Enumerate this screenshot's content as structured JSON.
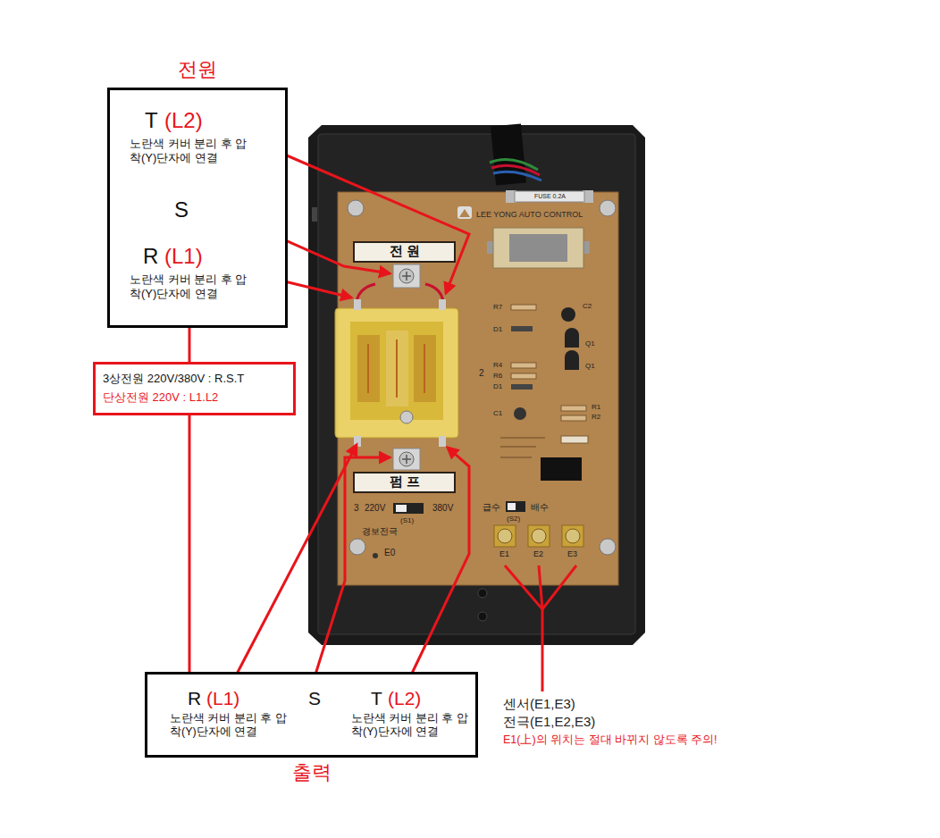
{
  "diagram": {
    "nodes": [
      {
        "text": [
          "전원",
          "T",
          "(L2)",
          "노란색 커버 분리 후 압착(Y)단자에 연결",
          "S",
          "R",
          "(L1)",
          "노란색 커버 분리 후 압착(Y)단자에 연결"
        ]
      },
      {
        "text": [
          "3상전원 220V/380V : R.S.T",
          "단상전원 220V : L1.L2"
        ]
      },
      {
        "text": [
          "LEE YONG AUTO CONTROL"
        ]
      },
      {
        "text": [
          "전 원"
        ],
        "in": 2
      },
      {
        "text": [
          "펌 프"
        ],
        "in": 2
      },
      {
        "text": [
          "R",
          "(L1)",
          "노란색 커버 분리 후 압착(Y)단자에 연결",
          "S",
          "T",
          "(L2)",
          "노란색 커버 분리 후 압착(Y)단자에 연결",
          "출력"
        ]
      }
    ],
    "edges": [
      {
        "from": 0,
        "to": 1,
        "arrow": "none"
      },
      {
        "from": 1,
        "to": 5,
        "arrow": "none"
      }
    ],
    "labels": [
      "FUSE 0.2A",
      "R7",
      "C2",
      "D1",
      "Q1",
      "Q1",
      "R4",
      "R6",
      "D1",
      "2",
      "C1",
      "R1",
      "R2",
      "3",
      "220V",
      "380V",
      "(S1)",
      "경보전극",
      "E0",
      "급수",
      "배수",
      "(S2)",
      "E1",
      "E2",
      "E3",
      "센서(E1,E3)",
      "전극(E1,E2,E3)",
      "E1(上)의 위치는 절대 바뀌지 않도록 주의!"
    ]
  }
}
